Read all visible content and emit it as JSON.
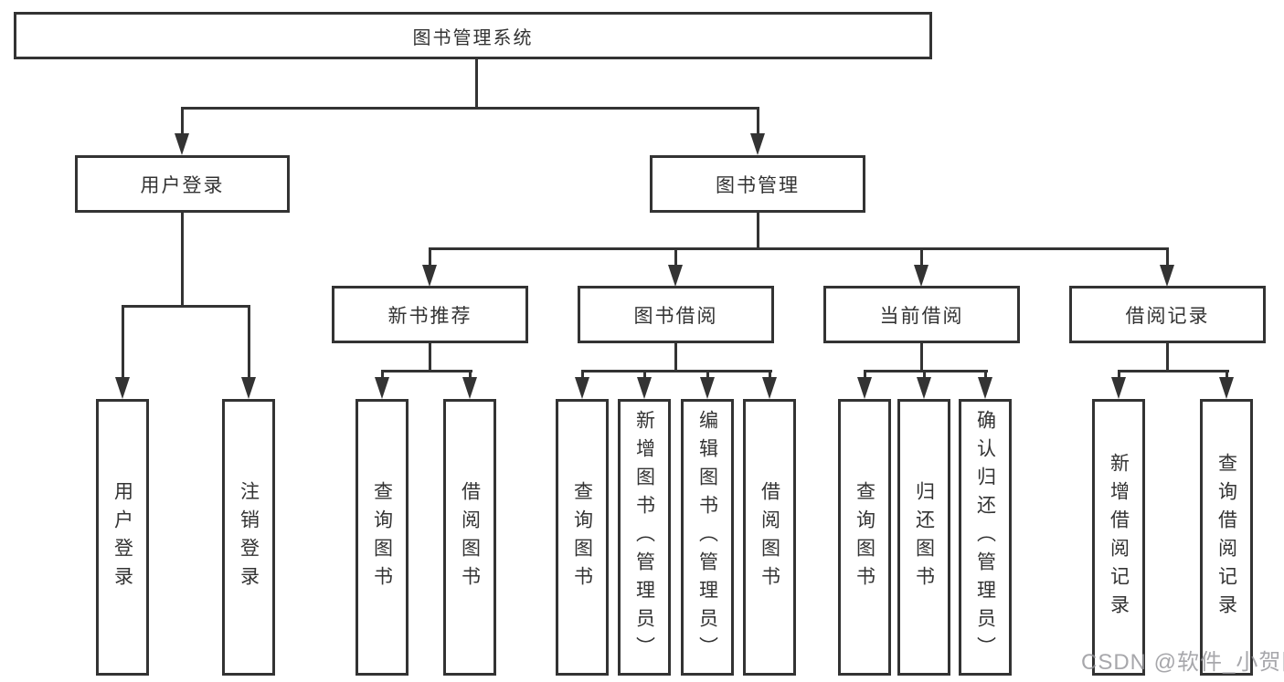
{
  "tree": {
    "label": "图书管理系统",
    "children": [
      {
        "label": "用户登录",
        "children": [
          {
            "label": "用户登录"
          },
          {
            "label": "注销登录"
          }
        ]
      },
      {
        "label": "图书管理",
        "children": [
          {
            "label": "新书推荐",
            "children": [
              {
                "label": "查询图书"
              },
              {
                "label": "借阅图书"
              }
            ]
          },
          {
            "label": "图书借阅",
            "children": [
              {
                "label": "查询图书"
              },
              {
                "label": "新增图书（管理员）"
              },
              {
                "label": "编辑图书（管理员）"
              },
              {
                "label": "借阅图书"
              }
            ]
          },
          {
            "label": "当前借阅",
            "children": [
              {
                "label": "查询图书"
              },
              {
                "label": "归还图书"
              },
              {
                "label": "确认归还（管理员）"
              }
            ]
          },
          {
            "label": "借阅记录",
            "children": [
              {
                "label": "新增借阅记录"
              },
              {
                "label": "查询借阅记录"
              }
            ]
          }
        ]
      }
    ]
  },
  "watermark": {
    "text": "CSDN @软件_小贺同学"
  },
  "colors": {
    "line": "#333333",
    "text": "#333333",
    "background": "#ffffff",
    "watermark": "#91919680"
  }
}
